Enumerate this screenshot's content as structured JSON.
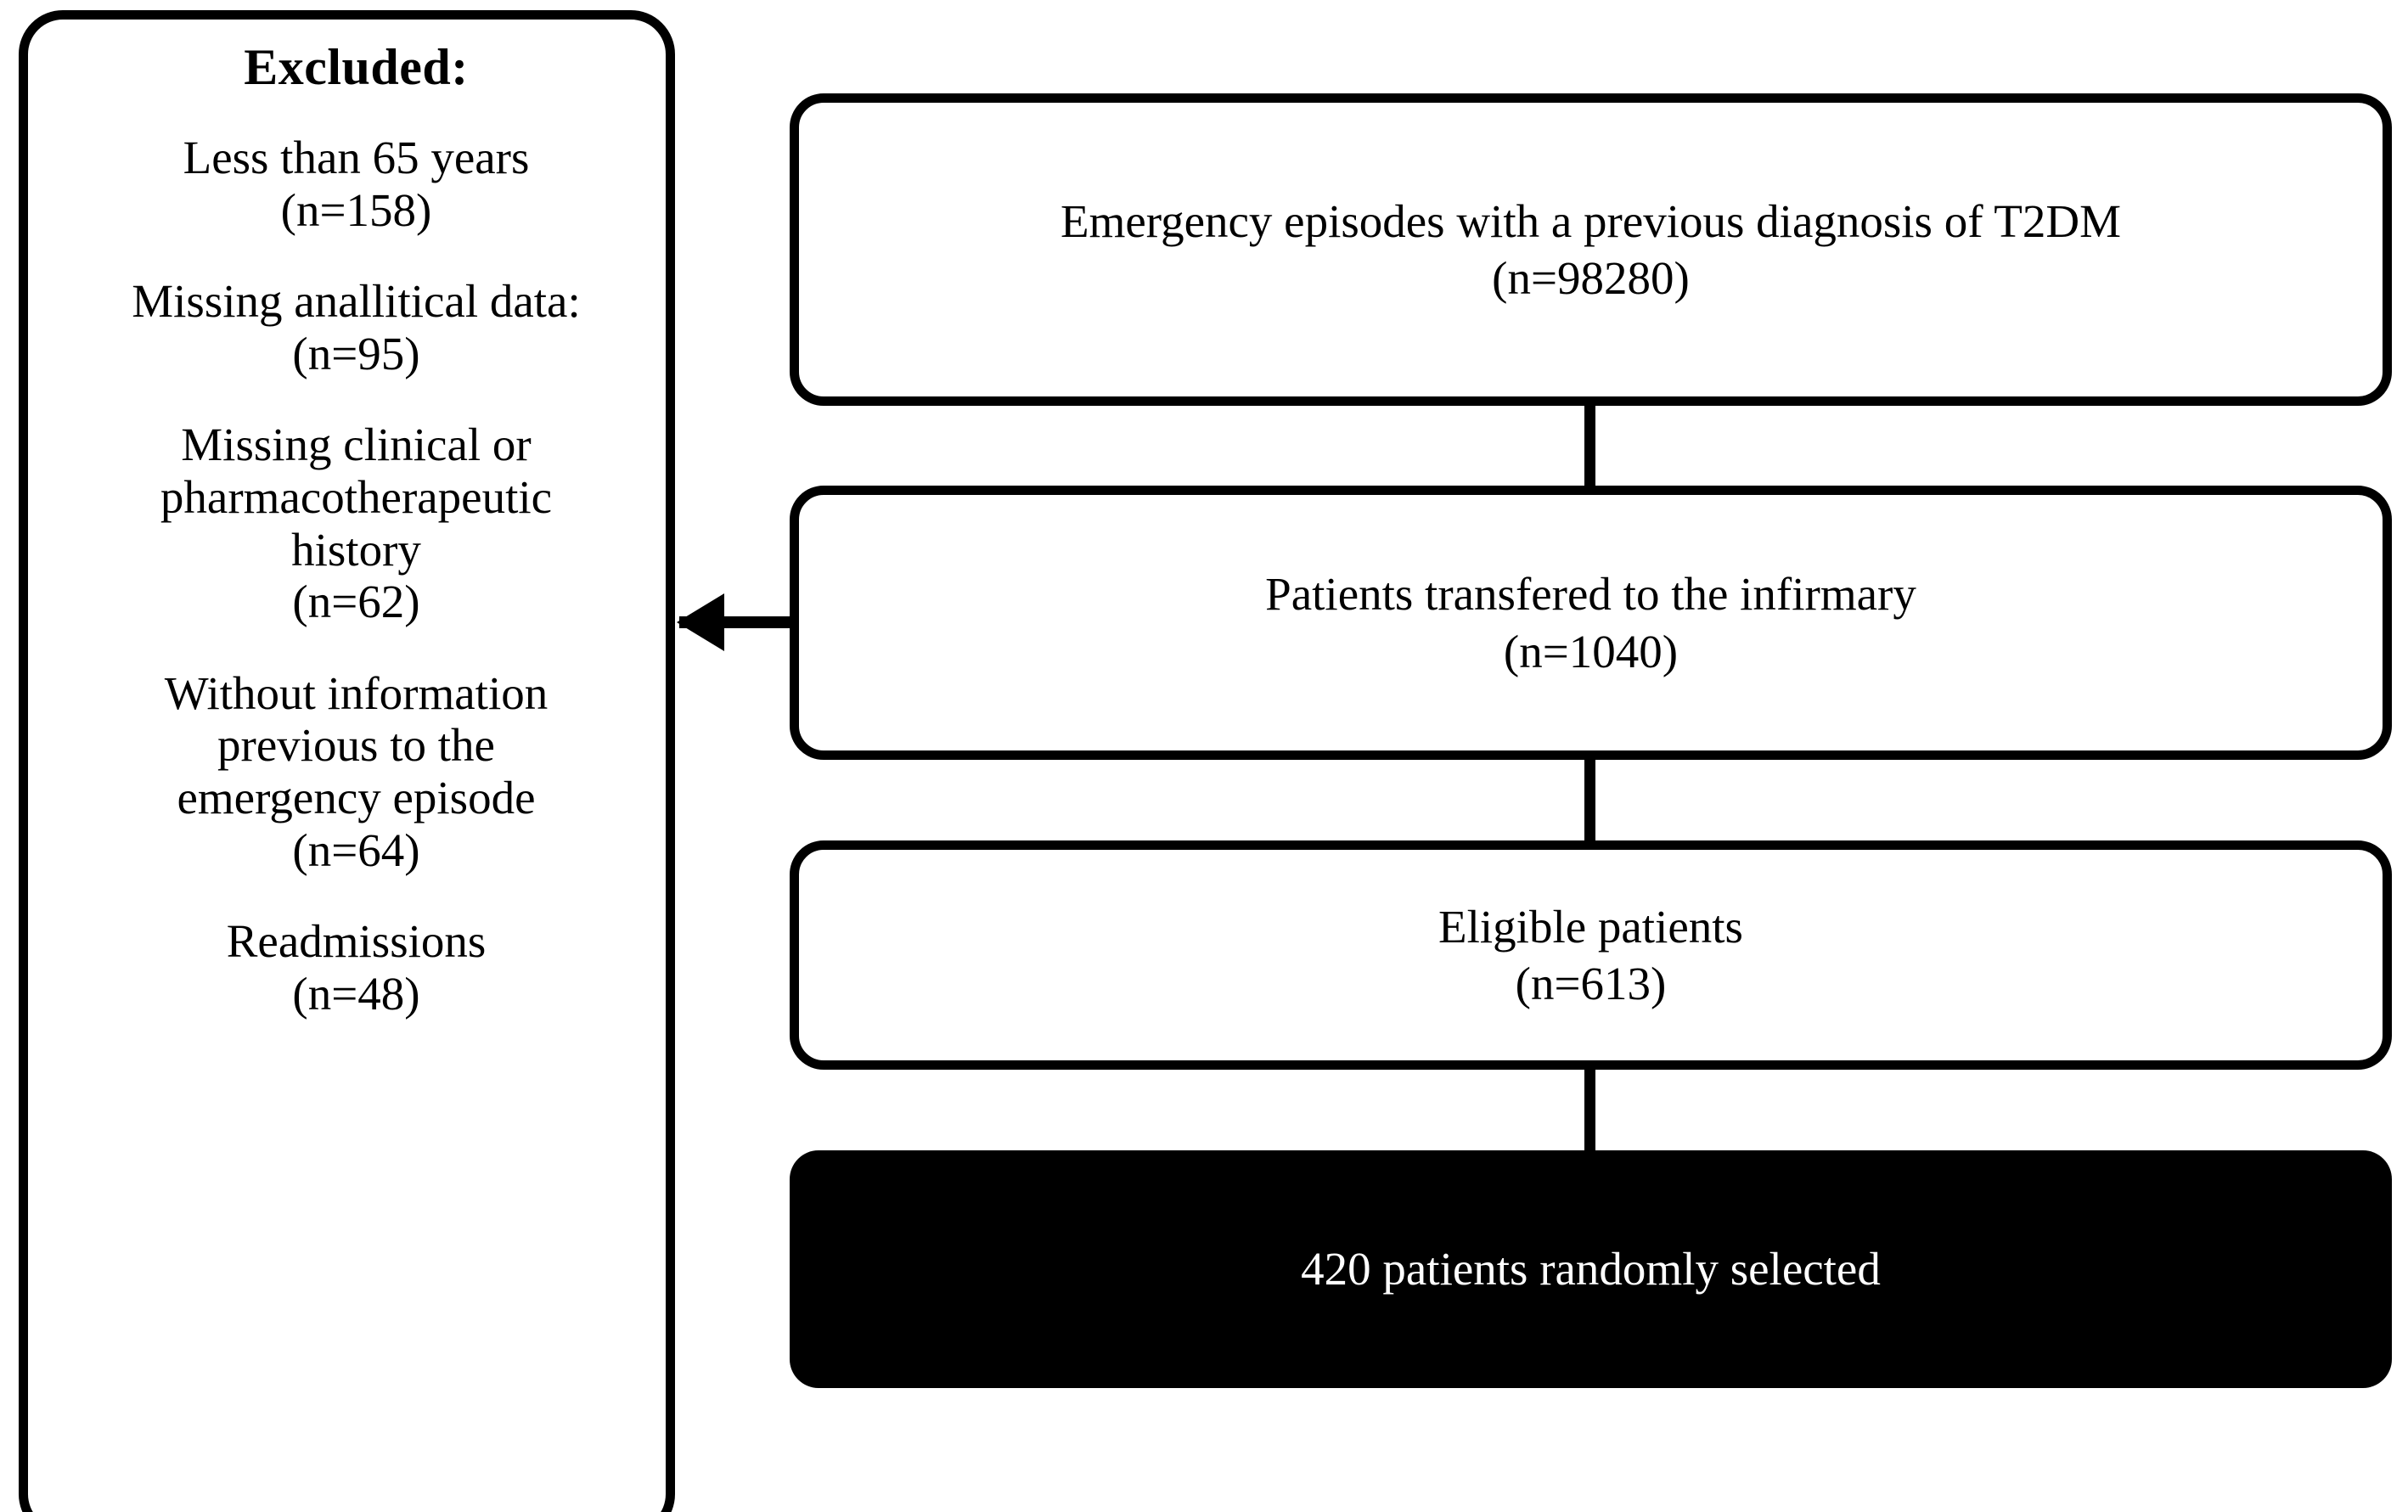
{
  "figure": {
    "type": "flowchart",
    "orientation": "vertical",
    "colors": {
      "stroke": "#000000",
      "background": "#ffffff",
      "highlight_fill": "#000000",
      "highlight_text": "#ffffff"
    }
  },
  "excluded_panel": {
    "title": "Excluded:",
    "items": [
      {
        "label": "Less than 65 years",
        "count_label": "(n=158)",
        "n": 158
      },
      {
        "label": "Missing anallitical  data:",
        "count_label": "(n=95)",
        "n": 95
      },
      {
        "label": "Missing clinical  or pharmacotherapeutic history",
        "count_label": "(n=62)",
        "n": 62
      },
      {
        "label": "Without information previous to the emergency episode",
        "count_label": "(n=64)",
        "n": 64
      },
      {
        "label": "Readmissions",
        "count_label": "(n=48)",
        "n": 48
      }
    ]
  },
  "flow": {
    "nodes": [
      {
        "id": "emergency-episodes",
        "label": "Emergency episodes with a previous diagnosis  of T2DM",
        "count_label": "(n=98280)",
        "n": 98280,
        "style": "outlined"
      },
      {
        "id": "patients-transfered",
        "label": "Patients transfered to the infirmary",
        "count_label": "(n=1040)",
        "n": 1040,
        "style": "outlined"
      },
      {
        "id": "eligible-patients",
        "label": "Eligible  patients",
        "count_label": "(n=613)",
        "n": 613,
        "style": "outlined"
      },
      {
        "id": "randomly-selected",
        "label": "420 patients randomly selected",
        "count_label": "",
        "n": 420,
        "style": "filled"
      }
    ],
    "edges": [
      {
        "from": "emergency-episodes",
        "to": "patients-transfered",
        "kind": "line"
      },
      {
        "from": "patients-transfered",
        "to": "eligible-patients",
        "kind": "line"
      },
      {
        "from": "eligible-patients",
        "to": "randomly-selected",
        "kind": "line"
      },
      {
        "from": "patients-transfered",
        "to": "excluded-panel",
        "kind": "arrow-left"
      }
    ]
  },
  "excluded_lines": {
    "item0_l1": "Less than 65 years",
    "item0_l2": "(n=158)",
    "item1_l1": "Missing anallitical  data:",
    "item1_l2": "(n=95)",
    "item2_l1": "Missing clinical  or",
    "item2_l2": "pharmacotherapeutic",
    "item2_l3": "history",
    "item2_l4": "(n=62)",
    "item3_l1": "Without information",
    "item3_l2": "previous to the",
    "item3_l3": "emergency episode",
    "item3_l4": "(n=64)",
    "item4_l1": "Readmissions",
    "item4_l2": "(n=48)"
  },
  "flow_lines": {
    "box1_l1": "Emergency episodes with a previous diagnosis  of T2DM",
    "box1_l2": "(n=98280)",
    "box2_l1": "Patients transfered to the infirmary",
    "box2_l2": "(n=1040)",
    "box3_l1": "Eligible  patients",
    "box3_l2": "(n=613)",
    "box4_l1": "420 patients randomly selected"
  }
}
